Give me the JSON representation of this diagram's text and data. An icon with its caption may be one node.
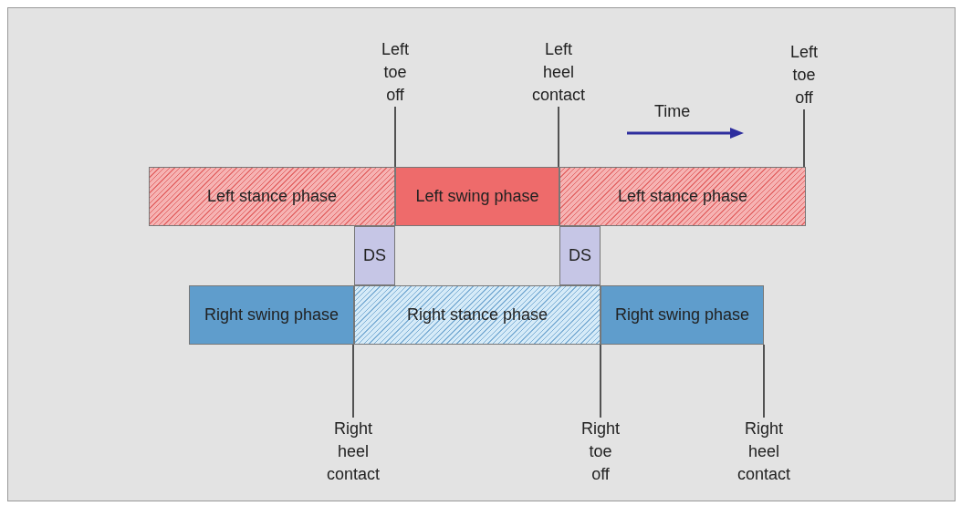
{
  "diagram": {
    "nodes": [
      {
        "text": [
          "Left stance phase"
        ]
      },
      {
        "text": [
          "Left swing phase"
        ]
      },
      {
        "text": [
          "Left stance phase"
        ]
      },
      {
        "text": [
          "DS"
        ]
      },
      {
        "text": [
          "DS"
        ]
      },
      {
        "text": [
          "Right swing phase"
        ]
      },
      {
        "text": [
          "Right stance phase"
        ]
      },
      {
        "text": [
          "Right swing phase"
        ]
      },
      {
        "text": [
          "Left toe off"
        ]
      },
      {
        "text": [
          "Left heel contact"
        ]
      },
      {
        "text": [
          "Left toe off"
        ]
      },
      {
        "text": [
          "Right heel contact"
        ]
      },
      {
        "text": [
          "Right toe off"
        ]
      },
      {
        "text": [
          "Right heel contact"
        ]
      }
    ],
    "edges": [
      {
        "from": 8,
        "to": 1,
        "arrow": "none"
      },
      {
        "from": 9,
        "to": 1,
        "arrow": "none"
      },
      {
        "from": 10,
        "to": 2,
        "arrow": "none"
      },
      {
        "from": 11,
        "to": 5,
        "arrow": "none"
      },
      {
        "from": 12,
        "to": 7,
        "arrow": "none"
      },
      {
        "from": 13,
        "to": 7,
        "arrow": "none"
      }
    ],
    "labels": [
      "Time"
    ]
  }
}
